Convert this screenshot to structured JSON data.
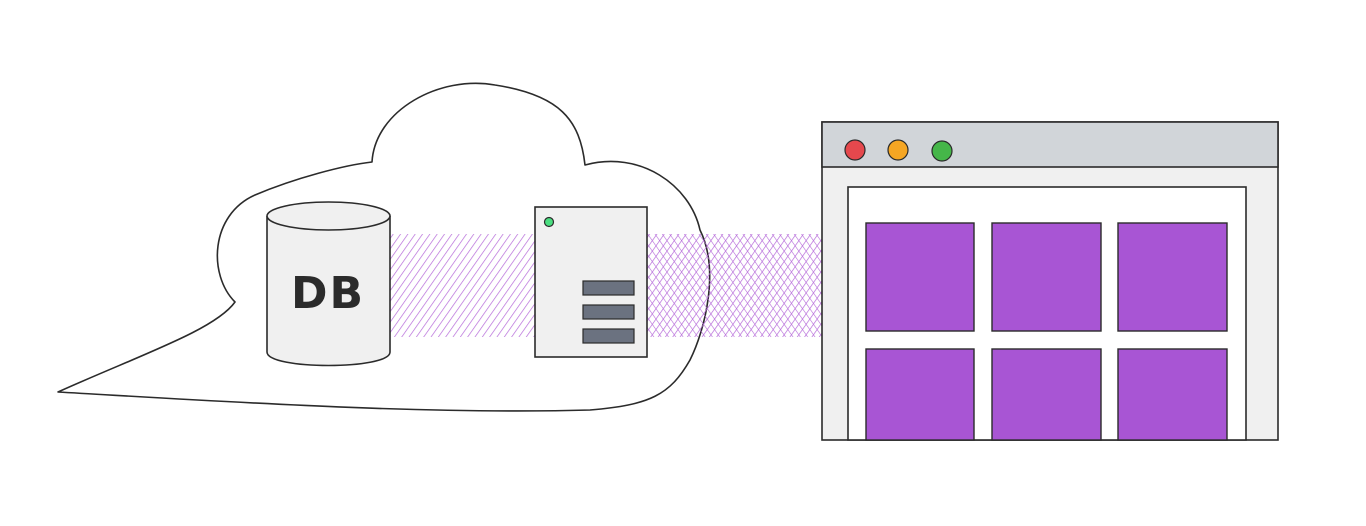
{
  "database": {
    "label": "DB"
  },
  "colors": {
    "accent": "#a855d4",
    "hatch": "#b56ad9",
    "panel": "#f0f0f0",
    "titlebar": "#d1d5d9",
    "server_slot": "#6b7280",
    "server_led": "#4ade80",
    "window_close": "#e5484d",
    "window_minimize": "#f5a623",
    "window_maximize": "#45b649",
    "stroke": "#2b2b2b"
  },
  "icons": {
    "cloud": "cloud-icon",
    "database": "database-cylinder-icon",
    "server": "server-icon",
    "browser": "browser-window-icon"
  },
  "browser": {
    "tiles_rows": 2,
    "tiles_cols": 3
  }
}
